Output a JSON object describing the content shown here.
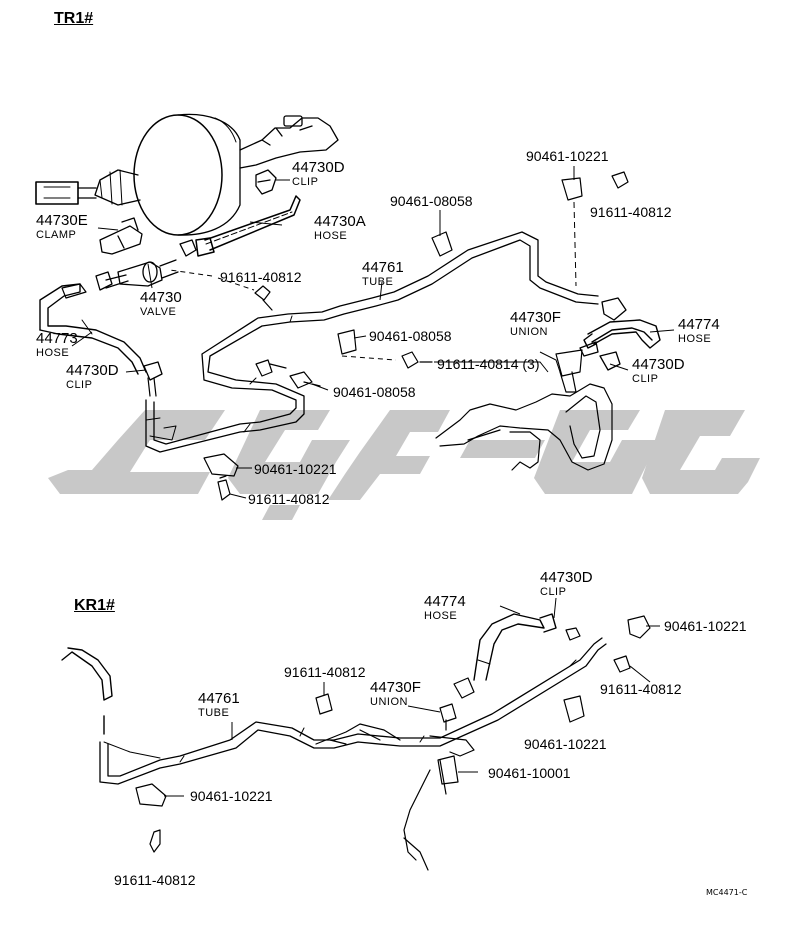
{
  "sections": {
    "tr1": "TR1#",
    "kr1": "KR1#"
  },
  "drawing_code": "MC4471-C",
  "callouts": {
    "p44730D_top": "44730D",
    "clip_top": "CLIP",
    "p44730E": "44730E",
    "clamp": "CLAMP",
    "p44730A": "44730A",
    "hose_a": "HOSE",
    "p44730": "44730",
    "valve": "VALVE",
    "p91611_40812_a": "91611-40812",
    "p44773": "44773",
    "hose_773": "HOSE",
    "p44730D_left": "44730D",
    "clip_left": "CLIP",
    "p90461_08058_a": "90461-08058",
    "p44761_tr": "44761",
    "tube_tr": "TUBE",
    "p90461_10221_top": "90461-10221",
    "p91611_40812_b": "91611-40812",
    "p44730F_tr": "44730F",
    "union_tr": "UNION",
    "p44774_tr": "44774",
    "hose_774_tr": "HOSE",
    "p90461_08058_b": "90461-08058",
    "p91611_40814": "91611-40814 (3)",
    "p44730D_right": "44730D",
    "clip_right": "CLIP",
    "p90461_08058_c": "90461-08058",
    "p90461_10221_mid": "90461-10221",
    "p91611_40812_c": "91611-40812",
    "p44730D_kr": "44730D",
    "clip_kr": "CLIP",
    "p44774_kr": "44774",
    "hose_774_kr": "HOSE",
    "p90461_10221_kr_r": "90461-10221",
    "p91611_40812_kr_r": "91611-40812",
    "p91611_40812_kr_m": "91611-40812",
    "p44730F_kr": "44730F",
    "union_kr": "UNION",
    "p44761_kr": "44761",
    "tube_kr": "TUBE",
    "p90461_10221_kr_m": "90461-10221",
    "p90461_10001": "90461-10001",
    "p90461_10221_kr_l": "90461-10221",
    "p91611_40812_kr_l": "91611-40812"
  }
}
